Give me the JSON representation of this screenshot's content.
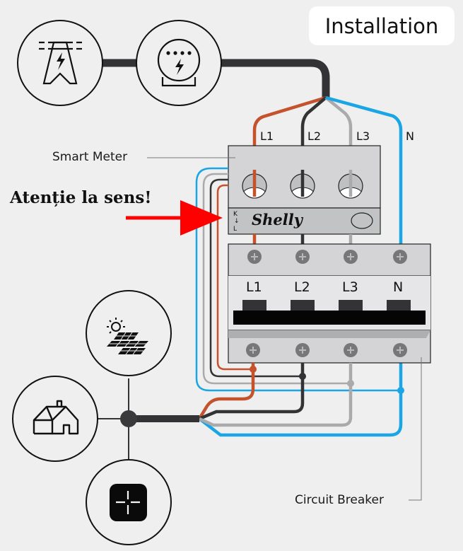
{
  "title": "Installation",
  "labels": {
    "smart_meter": "Smart Meter",
    "circuit_breaker": "Circuit Breaker",
    "warning": "Atenție la sens!"
  },
  "phases": {
    "top": [
      "L1",
      "L2",
      "L3",
      "N"
    ],
    "breaker": [
      "L1",
      "L2",
      "L3",
      "N"
    ]
  },
  "meter": {
    "brand": "Shelly",
    "direction_top": "K",
    "direction_arrow": "↓",
    "direction_bottom": "L"
  },
  "nodes": [
    {
      "name": "power-grid",
      "icon": "transmission-tower-icon"
    },
    {
      "name": "utility-meter",
      "icon": "electric-meter-icon"
    },
    {
      "name": "solar",
      "icon": "solar-panel-icon"
    },
    {
      "name": "house",
      "icon": "house-icon"
    },
    {
      "name": "grid-extension",
      "icon": "plus-grid-icon"
    }
  ],
  "colors": {
    "L1": "#c4522c",
    "L2": "#333336",
    "L3": "#aaaaad",
    "N": "#1aa6e4",
    "warning_arrow": "#ff0000",
    "background": "#efefef",
    "device_body": "#d4d4d6",
    "device_panel": "#c2c3c5",
    "screw": "#77777a"
  }
}
